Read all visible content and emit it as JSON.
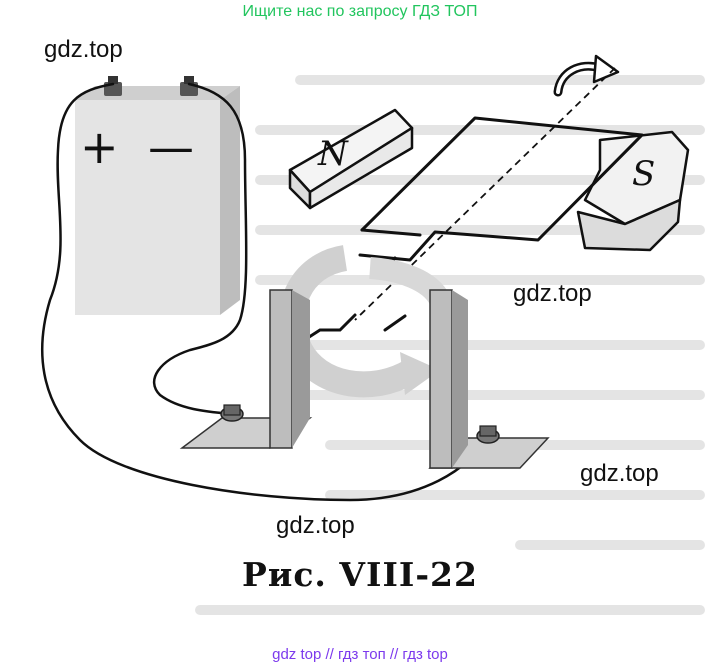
{
  "banner_top": "Ищите нас по запросу ГДЗ ТОП",
  "watermarks": [
    "gdz.top",
    "gdz.top",
    "gdz.top",
    "gdz.top"
  ],
  "diagram": {
    "caption": "Рис. VIII-22",
    "magnet_north": "N",
    "magnet_south": "S",
    "battery_plus": "+",
    "battery_minus": "—"
  },
  "banner_bottom": "gdz top  //  гдз топ  //  гдз top",
  "colors": {
    "banner_top": "#22c55e",
    "banner_bottom": "#7c3aed",
    "ink": "#111111",
    "battery_fill": "#e4e4e4",
    "rotation_arrow": "#d0d0d0"
  }
}
